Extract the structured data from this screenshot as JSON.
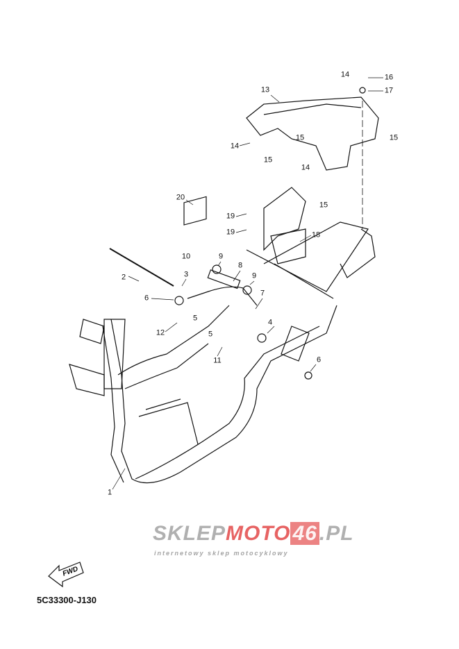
{
  "diagram": {
    "part_code": "5C33300-J130",
    "fwd_label": "FWD",
    "callouts": [
      "1",
      "2",
      "3",
      "4",
      "5",
      "5",
      "6",
      "6",
      "7",
      "8",
      "9",
      "9",
      "10",
      "11",
      "12",
      "13",
      "14",
      "14",
      "14",
      "15",
      "15",
      "15",
      "15",
      "16",
      "17",
      "18",
      "19",
      "19",
      "20"
    ]
  },
  "watermark": {
    "brand_gray": "SKLEP",
    "brand_red": "MOTO",
    "brand_box": "46",
    "brand_tld": ".PL",
    "tagline": "internetowy sklep motocyklowy"
  }
}
